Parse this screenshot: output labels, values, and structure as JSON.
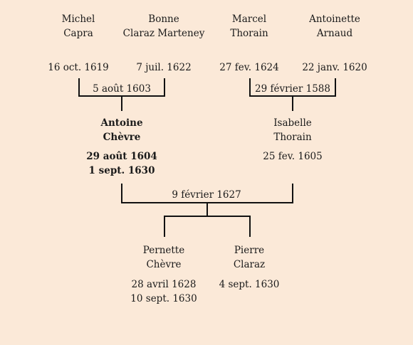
{
  "grandparents": {
    "michel_capra": {
      "first": "Michel",
      "last": "Capra",
      "date": "16 oct. 1619"
    },
    "bonne_claraz": {
      "first": "Bonne",
      "last": "Claraz Marteney",
      "date": "7 juil. 1622"
    },
    "marcel_thorain": {
      "first": "Marcel",
      "last": "Thorain",
      "date": "27 fev. 1624"
    },
    "antoinette_arnaud": {
      "first": "Antoinette",
      "last": "Arnaud",
      "date": "22 janv. 1620"
    }
  },
  "marriages": {
    "capra_claraz": "5 août 1603",
    "thorain_arnaud": "29 février 1588",
    "chevre_thorain": "9 février 1627"
  },
  "parents": {
    "antoine_chevre": {
      "first": "Antoine",
      "last": "Chèvre",
      "birth": "29 août 1604",
      "death": "1 sept. 1630"
    },
    "isabelle_thorain": {
      "first": "Isabelle",
      "last": "Thorain",
      "date": "25 fev. 1605"
    }
  },
  "children": {
    "pernette_chevre": {
      "first": "Pernette",
      "last": "Chèvre",
      "birth": "28 avril 1628",
      "death": "10 sept. 1630"
    },
    "pierre_claraz": {
      "first": "Pierre",
      "last": "Claraz",
      "date": "4 sept. 1630"
    }
  }
}
